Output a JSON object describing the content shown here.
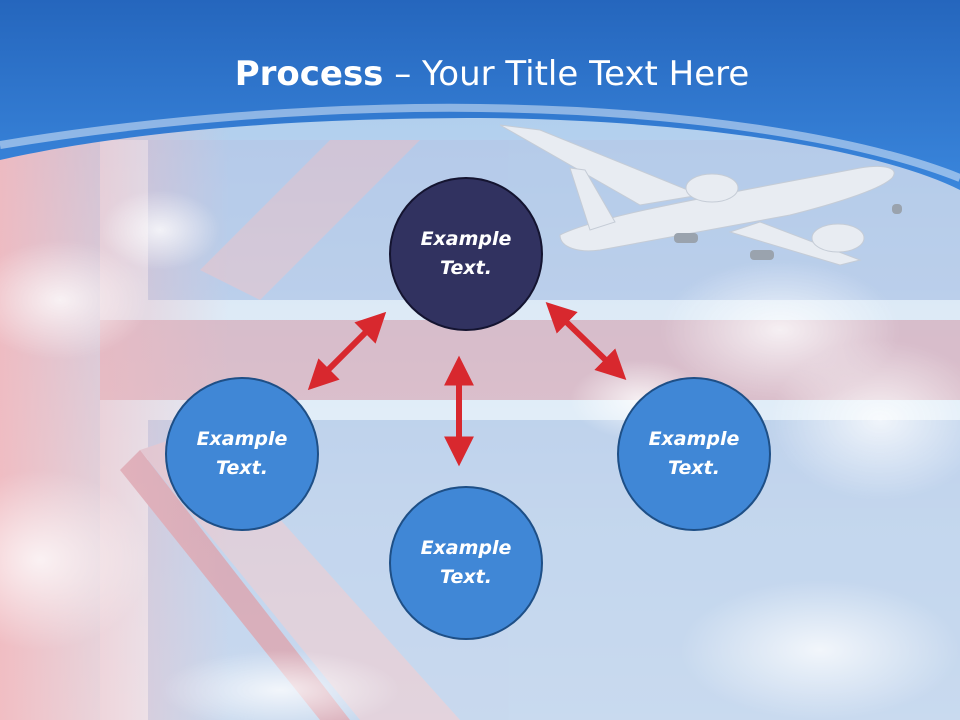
{
  "title": {
    "strong": "Process",
    "rest": " – Your Title Text Here"
  },
  "nodes": {
    "top": "Example\nText.",
    "left": "Example\nText.",
    "bottom": "Example\nText.",
    "right": "Example\nText."
  },
  "colors": {
    "header": "#2e7ad6",
    "dark_node": "#313260",
    "blue_node": "#4087d6",
    "arrow": "#d8282e"
  },
  "icons": {
    "background": "airplane-over-union-flag-sky"
  }
}
